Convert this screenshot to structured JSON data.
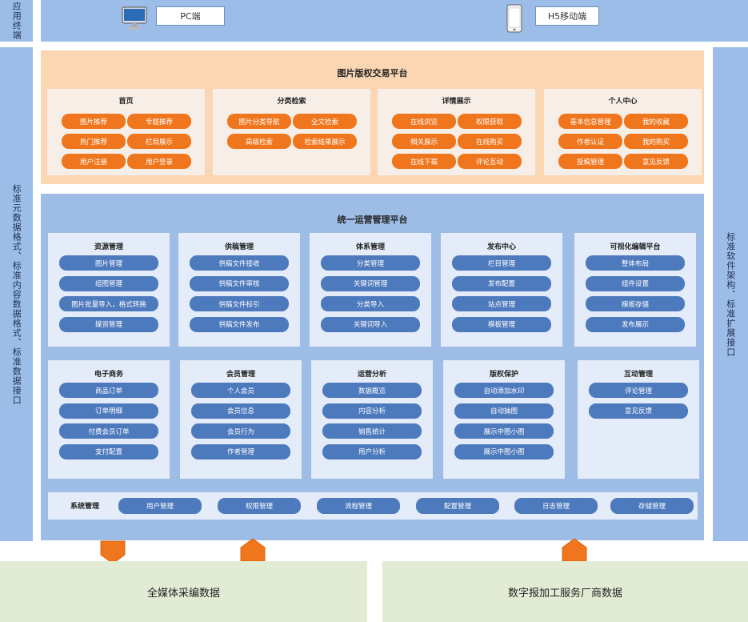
{
  "side_left_top": "应用终端",
  "side_left_main": "标准元数据格式、标准内容数据格式、标准数据接口",
  "side_right_main": "标准软件架构、标准扩展接口",
  "terminals": {
    "pc_label": "PC端",
    "mobile_label": "H5移动端"
  },
  "trade_platform": {
    "title": "图片版权交易平台",
    "cards": [
      {
        "title": "首页",
        "items": [
          "图片推荐",
          "专题推荐",
          "热门推荐",
          "栏目展示",
          "用户注册",
          "用户登录"
        ]
      },
      {
        "title": "分类检索",
        "items": [
          "图片分类导航",
          "全文检索",
          "高级检索",
          "检索结果展示"
        ]
      },
      {
        "title": "详情展示",
        "items": [
          "在线浏览",
          "权限获取",
          "相关展示",
          "在线购买",
          "在线下载",
          "评论互动"
        ]
      },
      {
        "title": "个人中心",
        "items": [
          "基本信息管理",
          "我的收藏",
          "作者认证",
          "我的购买",
          "投稿管理",
          "意见反馈"
        ]
      }
    ]
  },
  "ops_platform": {
    "title": "统一运营管理平台",
    "row1": [
      {
        "title": "资源管理",
        "items": [
          "图片管理",
          "组图管理",
          "图片批量导入，格式转换",
          "媒资管理"
        ]
      },
      {
        "title": "供稿管理",
        "items": [
          "供稿文件接收",
          "供稿文件审核",
          "供稿文件标引",
          "供稿文件发布"
        ]
      },
      {
        "title": "体系管理",
        "items": [
          "分类管理",
          "关键词管理",
          "分类导入",
          "关键词导入"
        ]
      },
      {
        "title": "发布中心",
        "items": [
          "栏目管理",
          "发布配置",
          "站点管理",
          "模板管理"
        ]
      },
      {
        "title": "可视化编辑平台",
        "items": [
          "整体布局",
          "组件设置",
          "模板存储",
          "发布展示"
        ]
      }
    ],
    "row2": [
      {
        "title": "电子商务",
        "items": [
          "商品订单",
          "订单明细",
          "付费会员订单",
          "支付配置"
        ]
      },
      {
        "title": "会员管理",
        "items": [
          "个人会员",
          "会员信息",
          "会员行为",
          "作者管理"
        ]
      },
      {
        "title": "运营分析",
        "items": [
          "数据概览",
          "内容分析",
          "销售统计",
          "用户分析"
        ]
      },
      {
        "title": "版权保护",
        "items": [
          "自动添加水印",
          "自动抽图",
          "展示中图小图",
          "展示中图小图"
        ]
      },
      {
        "title": "互动管理",
        "items": [
          "评论管理",
          "意见反馈"
        ]
      }
    ],
    "system": {
      "label": "系统管理",
      "items": [
        "用户管理",
        "权限管理",
        "流程管理",
        "配置管理",
        "日志管理",
        "存储管理"
      ]
    }
  },
  "data_sources": {
    "left": "全媒体采编数据",
    "right": "数字报加工服务厂商数据"
  },
  "colors": {
    "orange": "#f0761d",
    "blue": "#4d79bd",
    "band": "#9cbde8",
    "peach": "#fbd6b3",
    "green": "#e2ecd5"
  }
}
